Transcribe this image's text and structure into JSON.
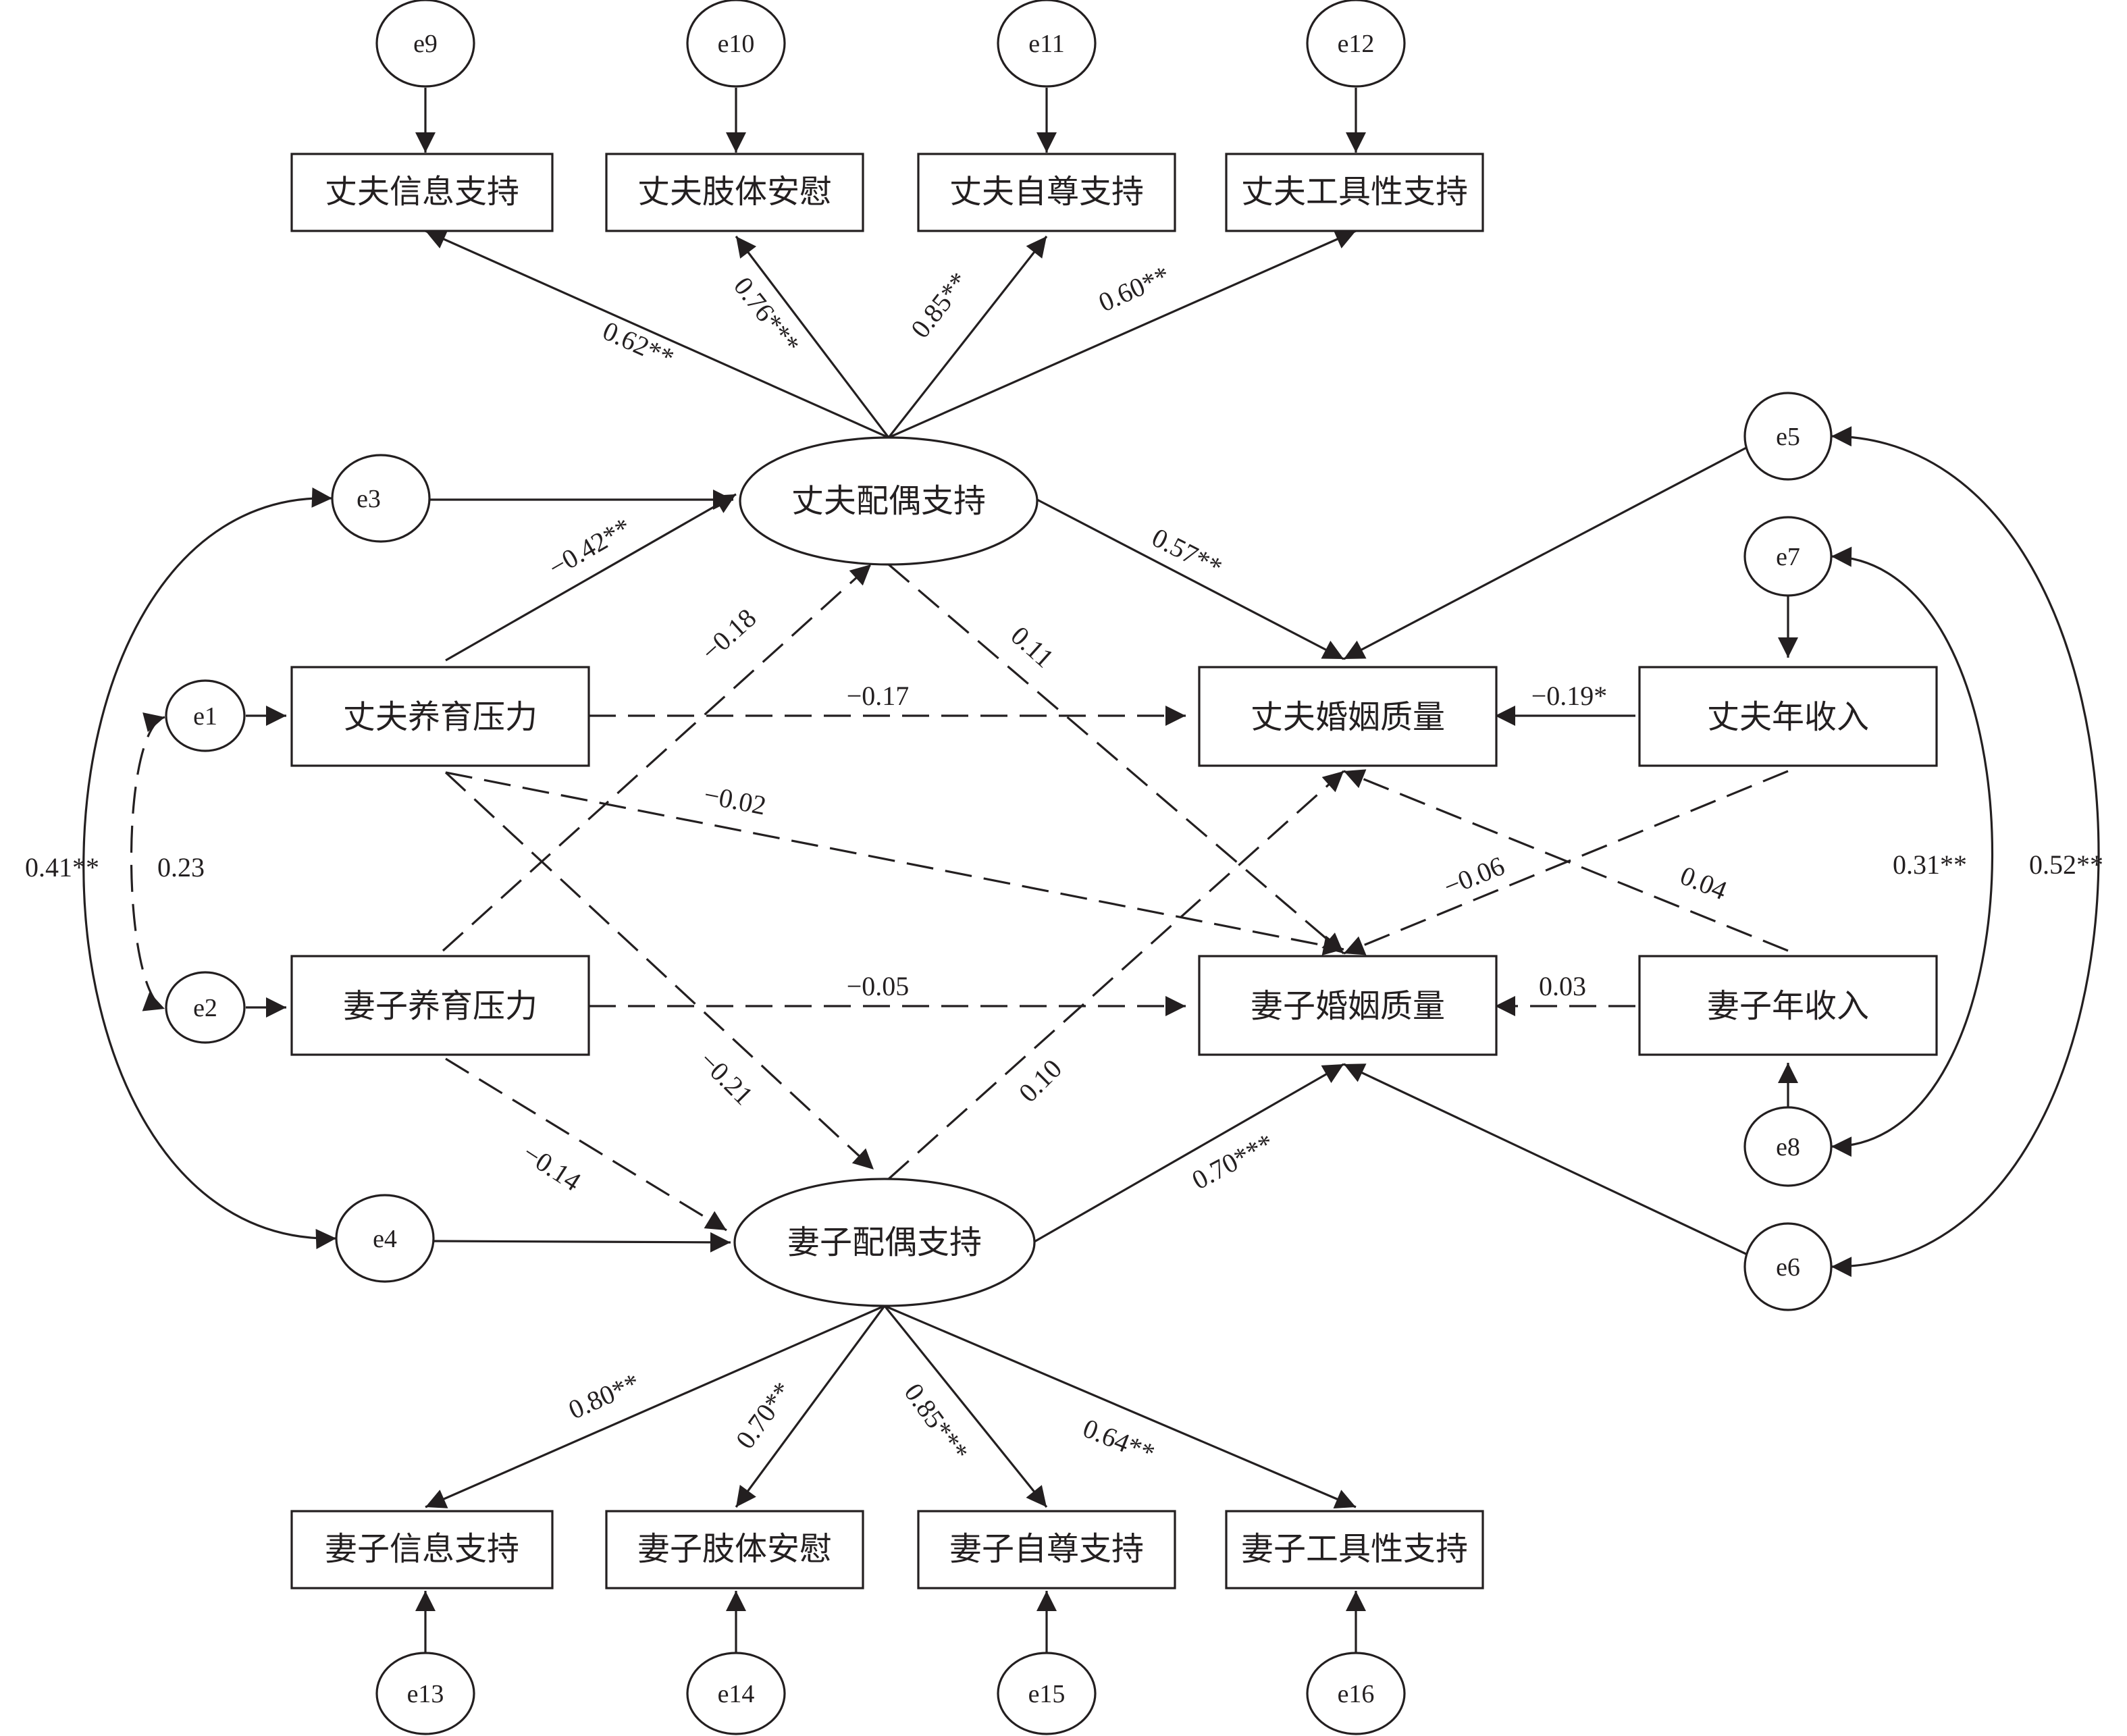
{
  "diagram": {
    "nodes": {
      "hInfo": "丈夫信息支持",
      "hBody": "丈夫肢体安慰",
      "hEsteem": "丈夫自尊支持",
      "hInstr": "丈夫工具性支持",
      "hSup": "丈夫配偶支持",
      "hStress": "丈夫养育压力",
      "wStress": "妻子养育压力",
      "wSup": "妻子配偶支持",
      "hMar": "丈夫婚姻质量",
      "wMar": "妻子婚姻质量",
      "hInc": "丈夫年收入",
      "wInc": "妻子年收入",
      "wInfo": "妻子信息支持",
      "wBody": "妻子肢体安慰",
      "wEsteem": "妻子自尊支持",
      "wInstr": "妻子工具性支持"
    },
    "errors": {
      "e1": "e1",
      "e2": "e2",
      "e3": "e3",
      "e4": "e4",
      "e5": "e5",
      "e6": "e6",
      "e7": "e7",
      "e8": "e8",
      "e9": "e9",
      "e10": "e10",
      "e11": "e11",
      "e12": "e12",
      "e13": "e13",
      "e14": "e14",
      "e15": "e15",
      "e16": "e16"
    },
    "coefficients": {
      "hInfo": "0.62**",
      "hBody": "0.76***",
      "hEsteem": "0.85**",
      "hInstr": "0.60**",
      "hStress_hSup": "−0.42**",
      "hSup_hMar": "0.57**",
      "wStress_hSup": "−0.18",
      "hSup_wMar": "0.11",
      "hStress_hMar": "−0.17",
      "hInc_hMar": "−0.19*",
      "hStress_wMar": "−0.02",
      "e1_e2": "0.23",
      "e3_e4": "0.41**",
      "e7_e8": "0.31**",
      "e5_e6": "0.52**",
      "hInc_wMar": "−0.06",
      "wInc_hMar": "0.04",
      "wStress_wMar": "−0.05",
      "wInc_wMar": "0.03",
      "hStress_wSup": "−0.21",
      "wSup_hMar": "0.10",
      "wStress_wSup": "−0.14",
      "wSup_wMar": "0.70***",
      "wInfo": "0.80**",
      "wBody": "0.70**",
      "wEsteem": "0.85***",
      "wInstr": "0.64**"
    }
  }
}
